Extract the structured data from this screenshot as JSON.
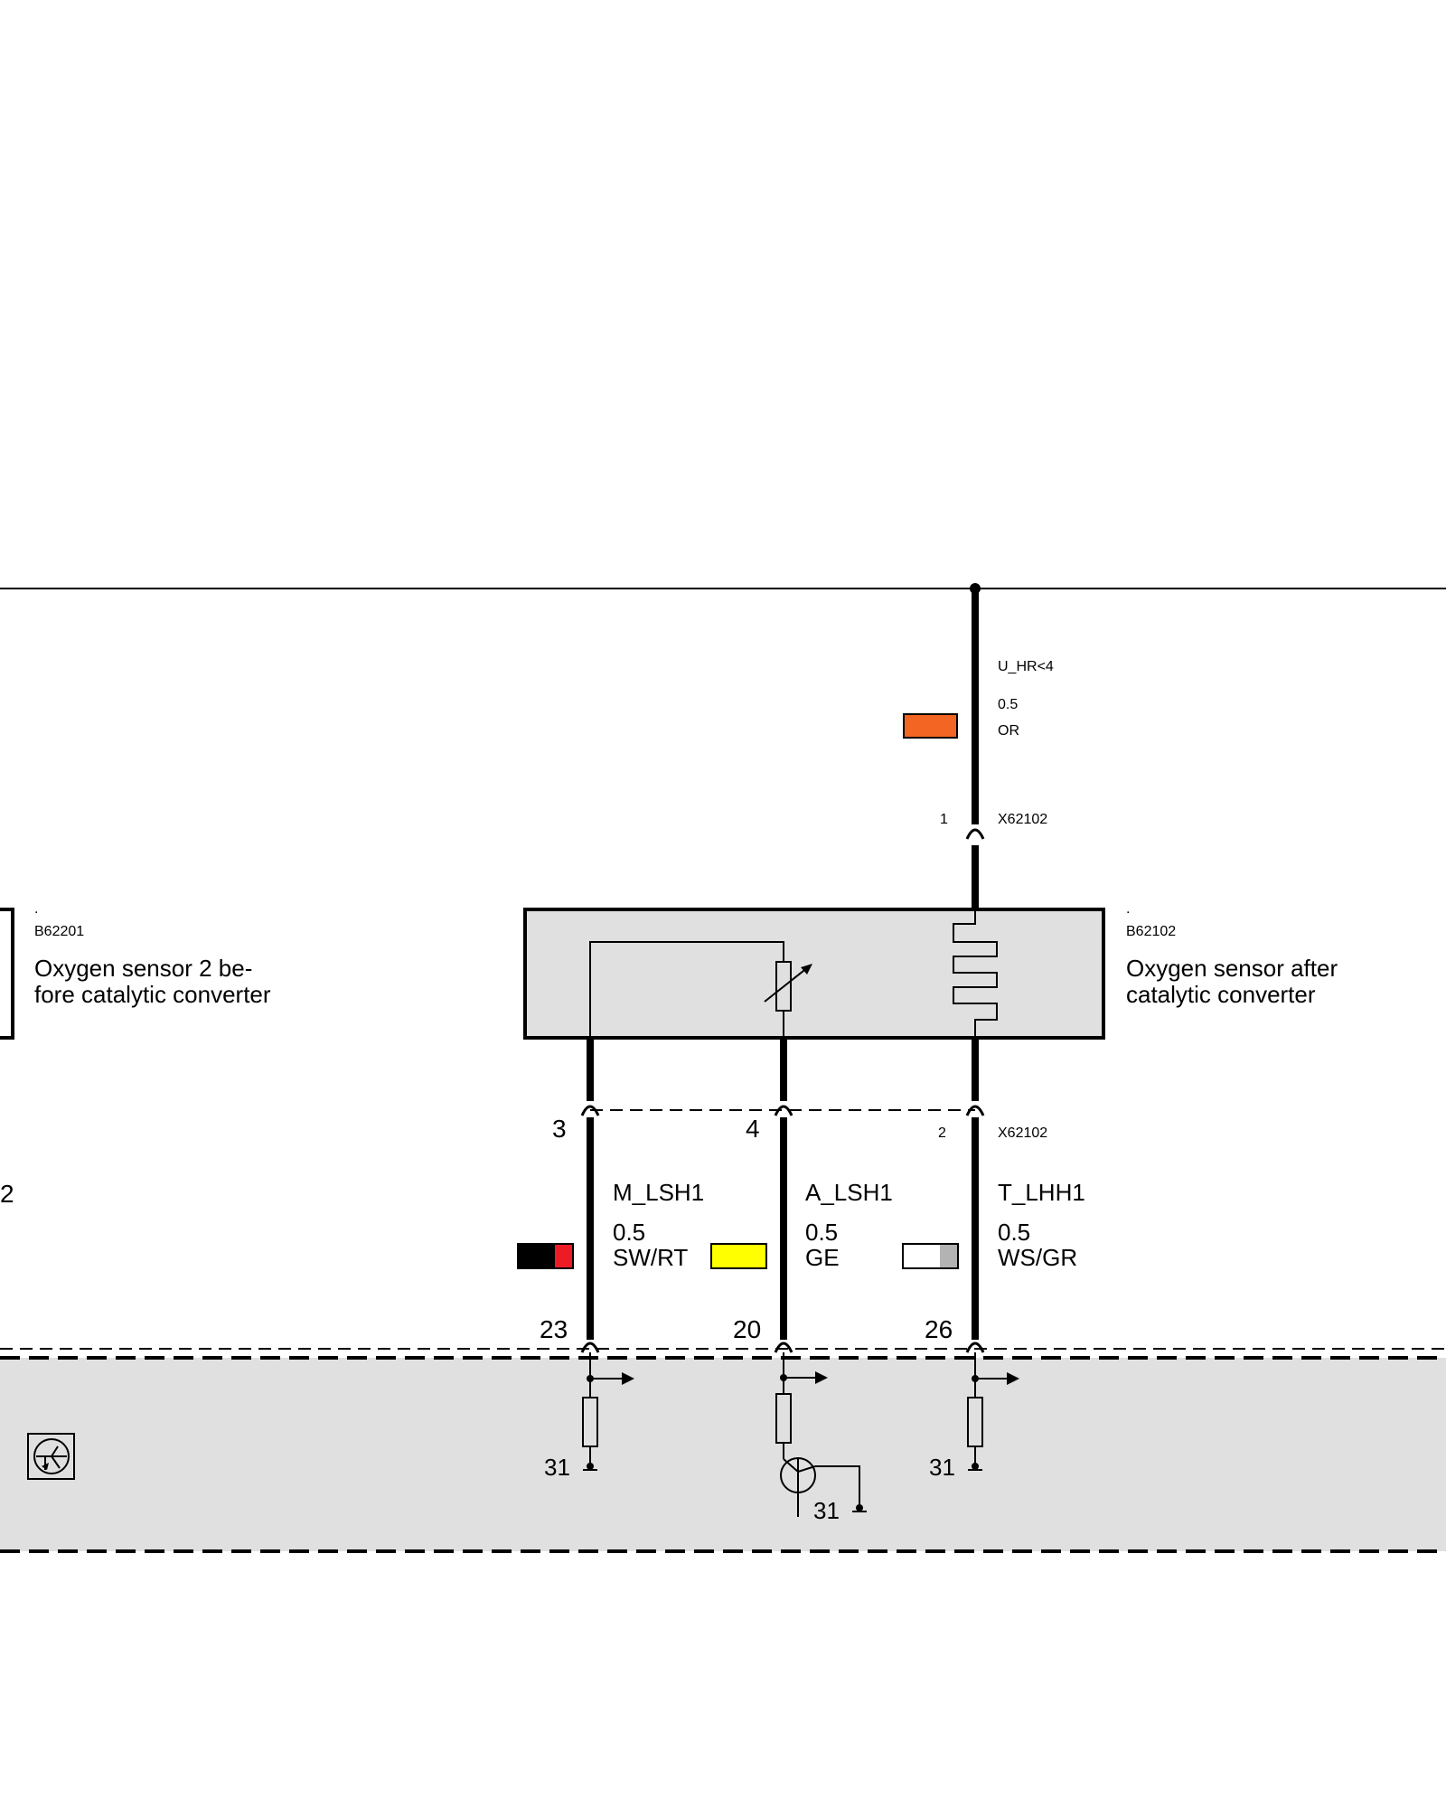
{
  "supply": {
    "signal": "U_HR<4",
    "cross_section": "0.5",
    "color_code": "OR",
    "color_swatch": "#f26522",
    "pin": "1",
    "connector": "X62102"
  },
  "left_component": {
    "dot": ".",
    "id": "B62201",
    "name_line1": "Oxygen sensor 2 be-",
    "name_line2": "fore catalytic converter",
    "edge_label": "2"
  },
  "right_component": {
    "dot": ".",
    "id": "B62102",
    "name_line1": "Oxygen sensor after",
    "name_line2": "catalytic converter",
    "body_fill": "#e0e0e0"
  },
  "lower_connector": {
    "pins": [
      "3",
      "4",
      "2"
    ],
    "connector": "X62102"
  },
  "wires": [
    {
      "signal": "M_LSH1",
      "cross_section": "0.5",
      "color_code": "SW/RT",
      "swatch_main": "#000000",
      "swatch_stripe": "#ed1c24",
      "ecu_pin": "23"
    },
    {
      "signal": "A_LSH1",
      "cross_section": "0.5",
      "color_code": "GE",
      "swatch_main": "#ffff00",
      "swatch_stripe": "#ffff00",
      "ecu_pin": "20"
    },
    {
      "signal": "T_LHH1",
      "cross_section": "0.5",
      "color_code": "WS/GR",
      "swatch_main": "#ffffff",
      "swatch_stripe": "#b3b3b3",
      "ecu_pin": "26"
    }
  ],
  "ground_labels": [
    "31",
    "31",
    "31"
  ],
  "ecu_fill": "#e0e0e0"
}
